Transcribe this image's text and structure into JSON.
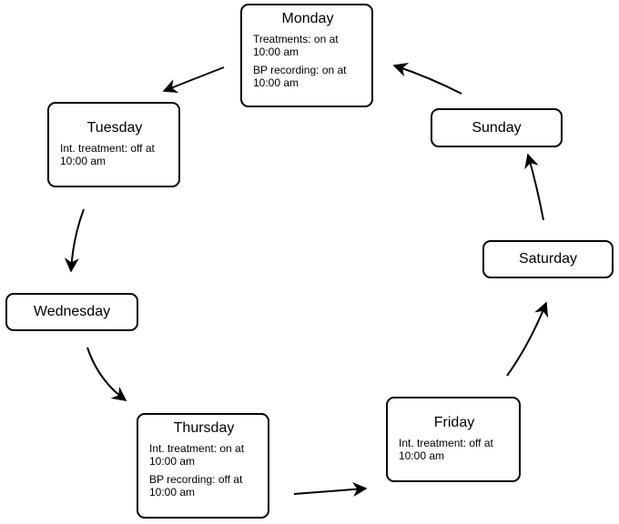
{
  "days": {
    "monday": {
      "title": "Monday",
      "notes": [
        "Treatments: on at 10:00 am",
        "BP recording: on at 10:00 am"
      ]
    },
    "tuesday": {
      "title": "Tuesday",
      "notes": [
        "Int. treatment: off at 10:00 am"
      ]
    },
    "wednesday": {
      "title": "Wednesday"
    },
    "thursday": {
      "title": "Thursday",
      "notes": [
        "Int. treatment: on at 10:00 am",
        "BP recording: off at 10:00 am"
      ]
    },
    "friday": {
      "title": "Friday",
      "notes": [
        "Int. treatment: off at 10:00 am"
      ]
    },
    "saturday": {
      "title": "Saturday"
    },
    "sunday": {
      "title": "Sunday"
    }
  },
  "colors": {
    "stroke": "#000000",
    "background": "#ffffff"
  }
}
